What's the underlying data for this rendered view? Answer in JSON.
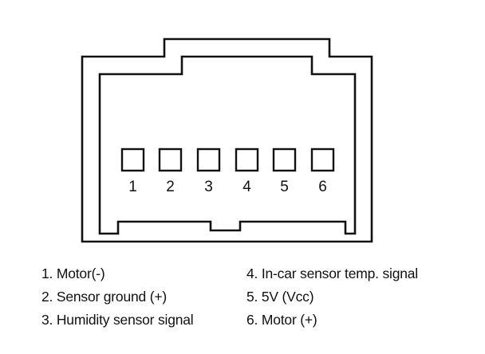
{
  "connector": {
    "pins": [
      "1",
      "2",
      "3",
      "4",
      "5",
      "6"
    ]
  },
  "legend": {
    "left": [
      "1. Motor(-)",
      "2. Sensor ground (+)",
      "3. Humidity sensor signal"
    ],
    "right": [
      "4. In-car sensor temp. signal",
      "5. 5V (Vcc)",
      "6. Motor (+)"
    ]
  },
  "colors": {
    "line": "#111111",
    "background": "#ffffff"
  }
}
